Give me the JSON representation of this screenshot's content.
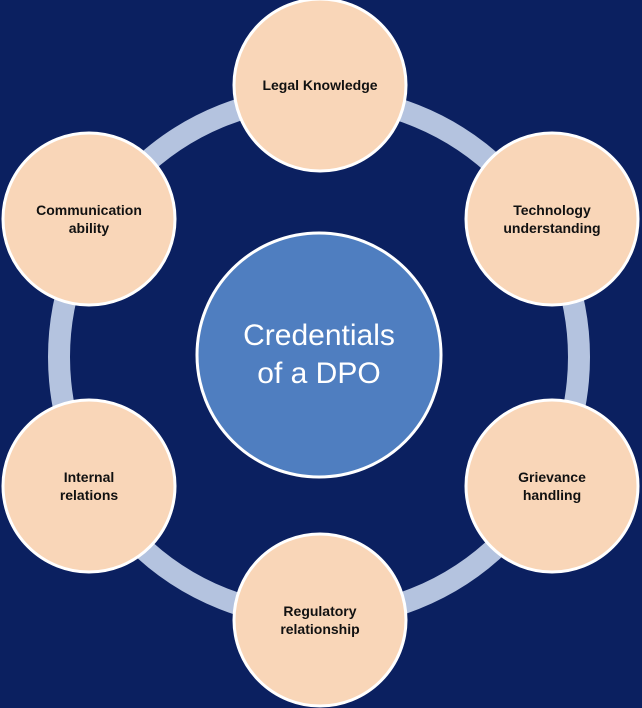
{
  "center": {
    "label": "Credentials\nof a DPO"
  },
  "nodes": [
    {
      "label": "Legal Knowledge"
    },
    {
      "label": "Technology\nunderstanding"
    },
    {
      "label": "Grievance\nhandling"
    },
    {
      "label": "Regulatory\nrelationship"
    },
    {
      "label": "Internal\nrelations"
    },
    {
      "label": "Communication\nability"
    }
  ],
  "colors": {
    "background": "#0b2060",
    "ring": "#b4c3df",
    "node_fill": "#f9d6b8",
    "node_stroke": "#ffffff",
    "center_fill": "#4f7ec0",
    "center_stroke": "#ffffff"
  }
}
